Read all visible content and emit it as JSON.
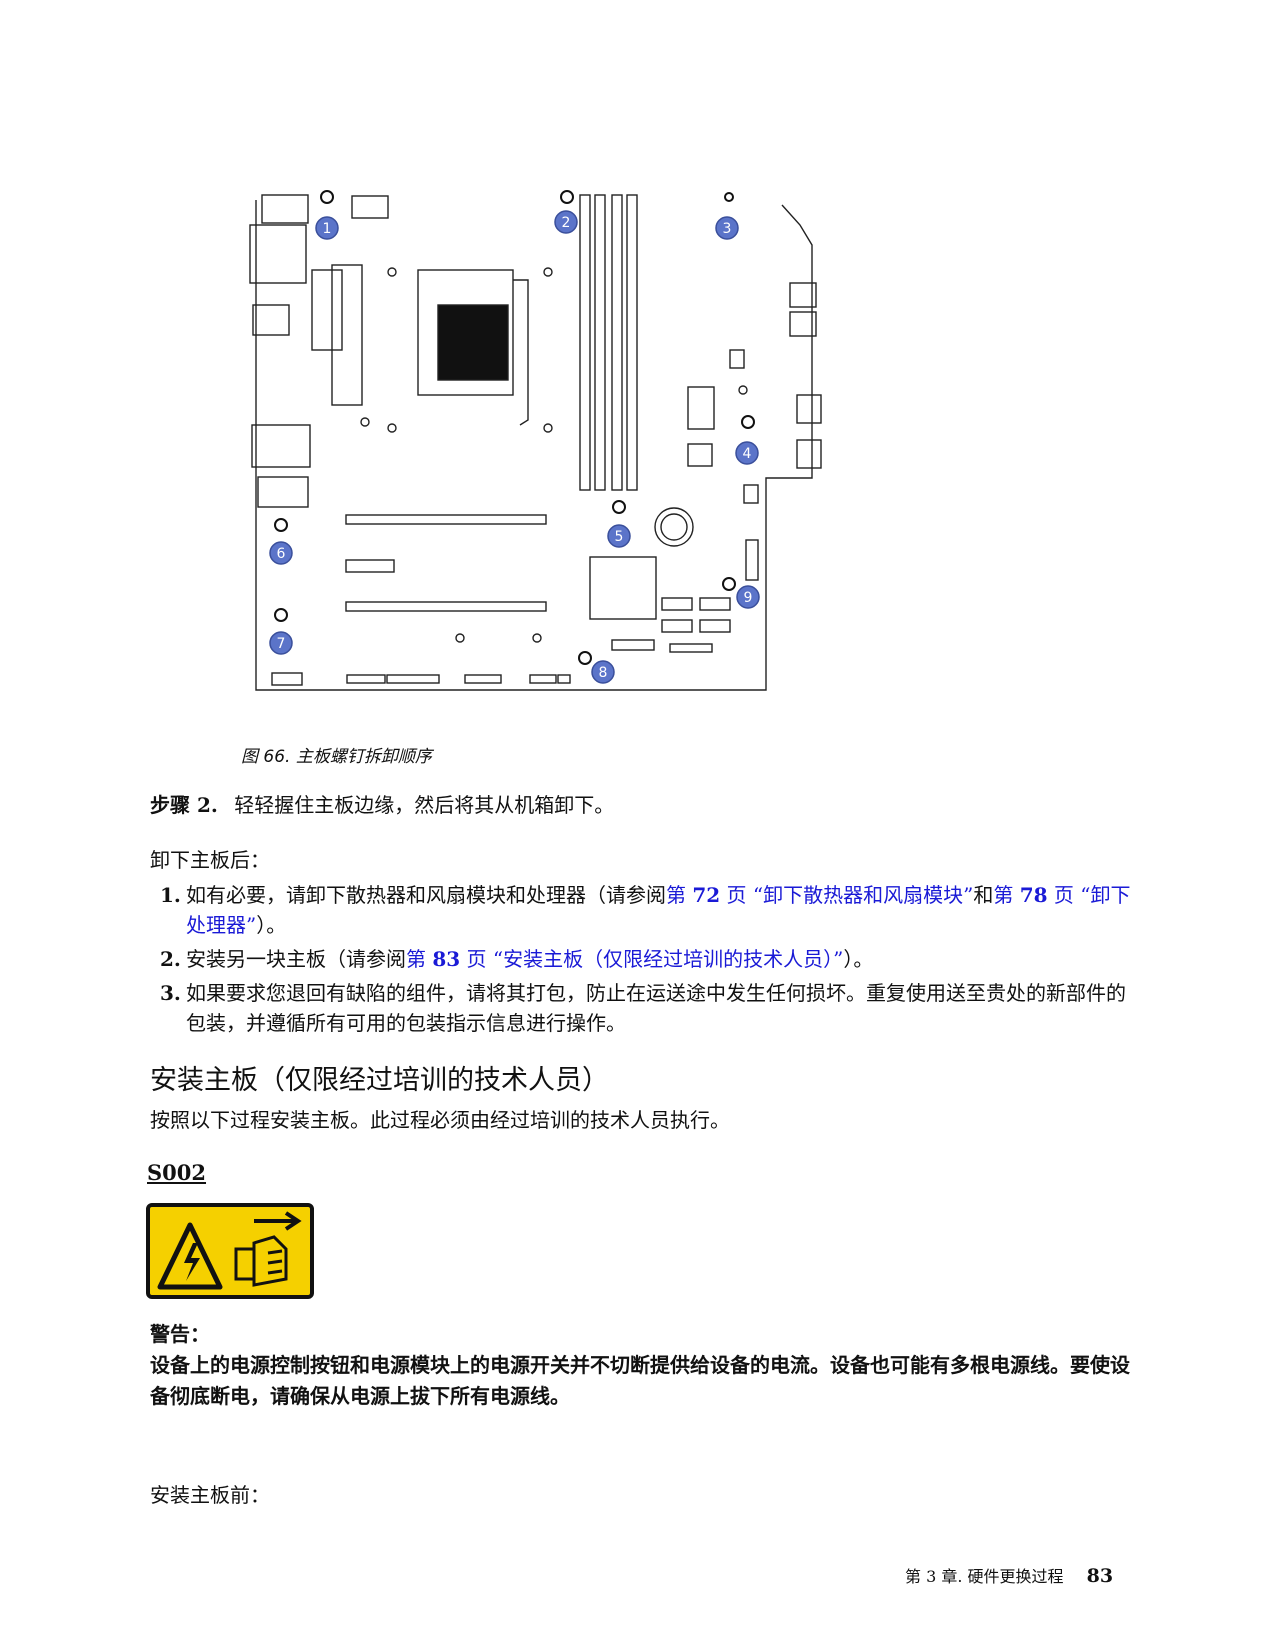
{
  "figure": {
    "markers": [
      "1",
      "2",
      "3",
      "4",
      "5",
      "6",
      "7",
      "8",
      "9"
    ],
    "caption": "图 66.  主板螺钉拆卸顺序"
  },
  "step2": {
    "label": "步骤 2.",
    "text": "轻轻握住主板边缘，然后将其从机箱卸下。"
  },
  "after_heading": "卸下主板后：",
  "list": [
    {
      "num": "1.",
      "pre": "如有必要，请卸下散热器和风扇模块和处理器（请参阅",
      "link1_a": "第 ",
      "link1_page": "72",
      "link1_b": " 页 “卸下散热器和风扇模块”",
      "mid": "和",
      "link2_a": "第 ",
      "link2_page": "78",
      "link2_b": " 页 “卸下处理器”",
      "post": "）。"
    },
    {
      "num": "2.",
      "pre": "安装另一块主板（请参阅",
      "link_a": "第 ",
      "link_page": "83",
      "link_b": " 页 “安装主板（仅限经过培训的技术人员）”",
      "post": "）。"
    },
    {
      "num": "3.",
      "text": "如果要求您退回有缺陷的组件，请将其打包，防止在运送途中发生任何损坏。重复使用送至贵处的新部件的包装，并遵循所有可用的包装指示信息进行操作。"
    }
  ],
  "section": {
    "title": "安装主板（仅限经过培训的技术人员）",
    "intro": "按照以下过程安装主板。此过程必须由经过培训的技术人员执行。"
  },
  "safety": {
    "code": "S002",
    "icon": "electrical-hazard-multiple-power-cords",
    "colors": {
      "background": "#f5d000",
      "border": "#111111"
    },
    "warning_label": "警告：",
    "warning_text": "设备上的电源控制按钮和电源模块上的电源开关并不切断提供给设备的电流。设备也可能有多根电源线。要使设备彻底断电，请确保从电源上拔下所有电源线。"
  },
  "before_heading": "安装主板前：",
  "footer": {
    "chapter": "第 3 章. 硬件更换过程",
    "page": "83"
  },
  "colors": {
    "link": "#1a1ad6",
    "marker": "#5b74c9"
  }
}
